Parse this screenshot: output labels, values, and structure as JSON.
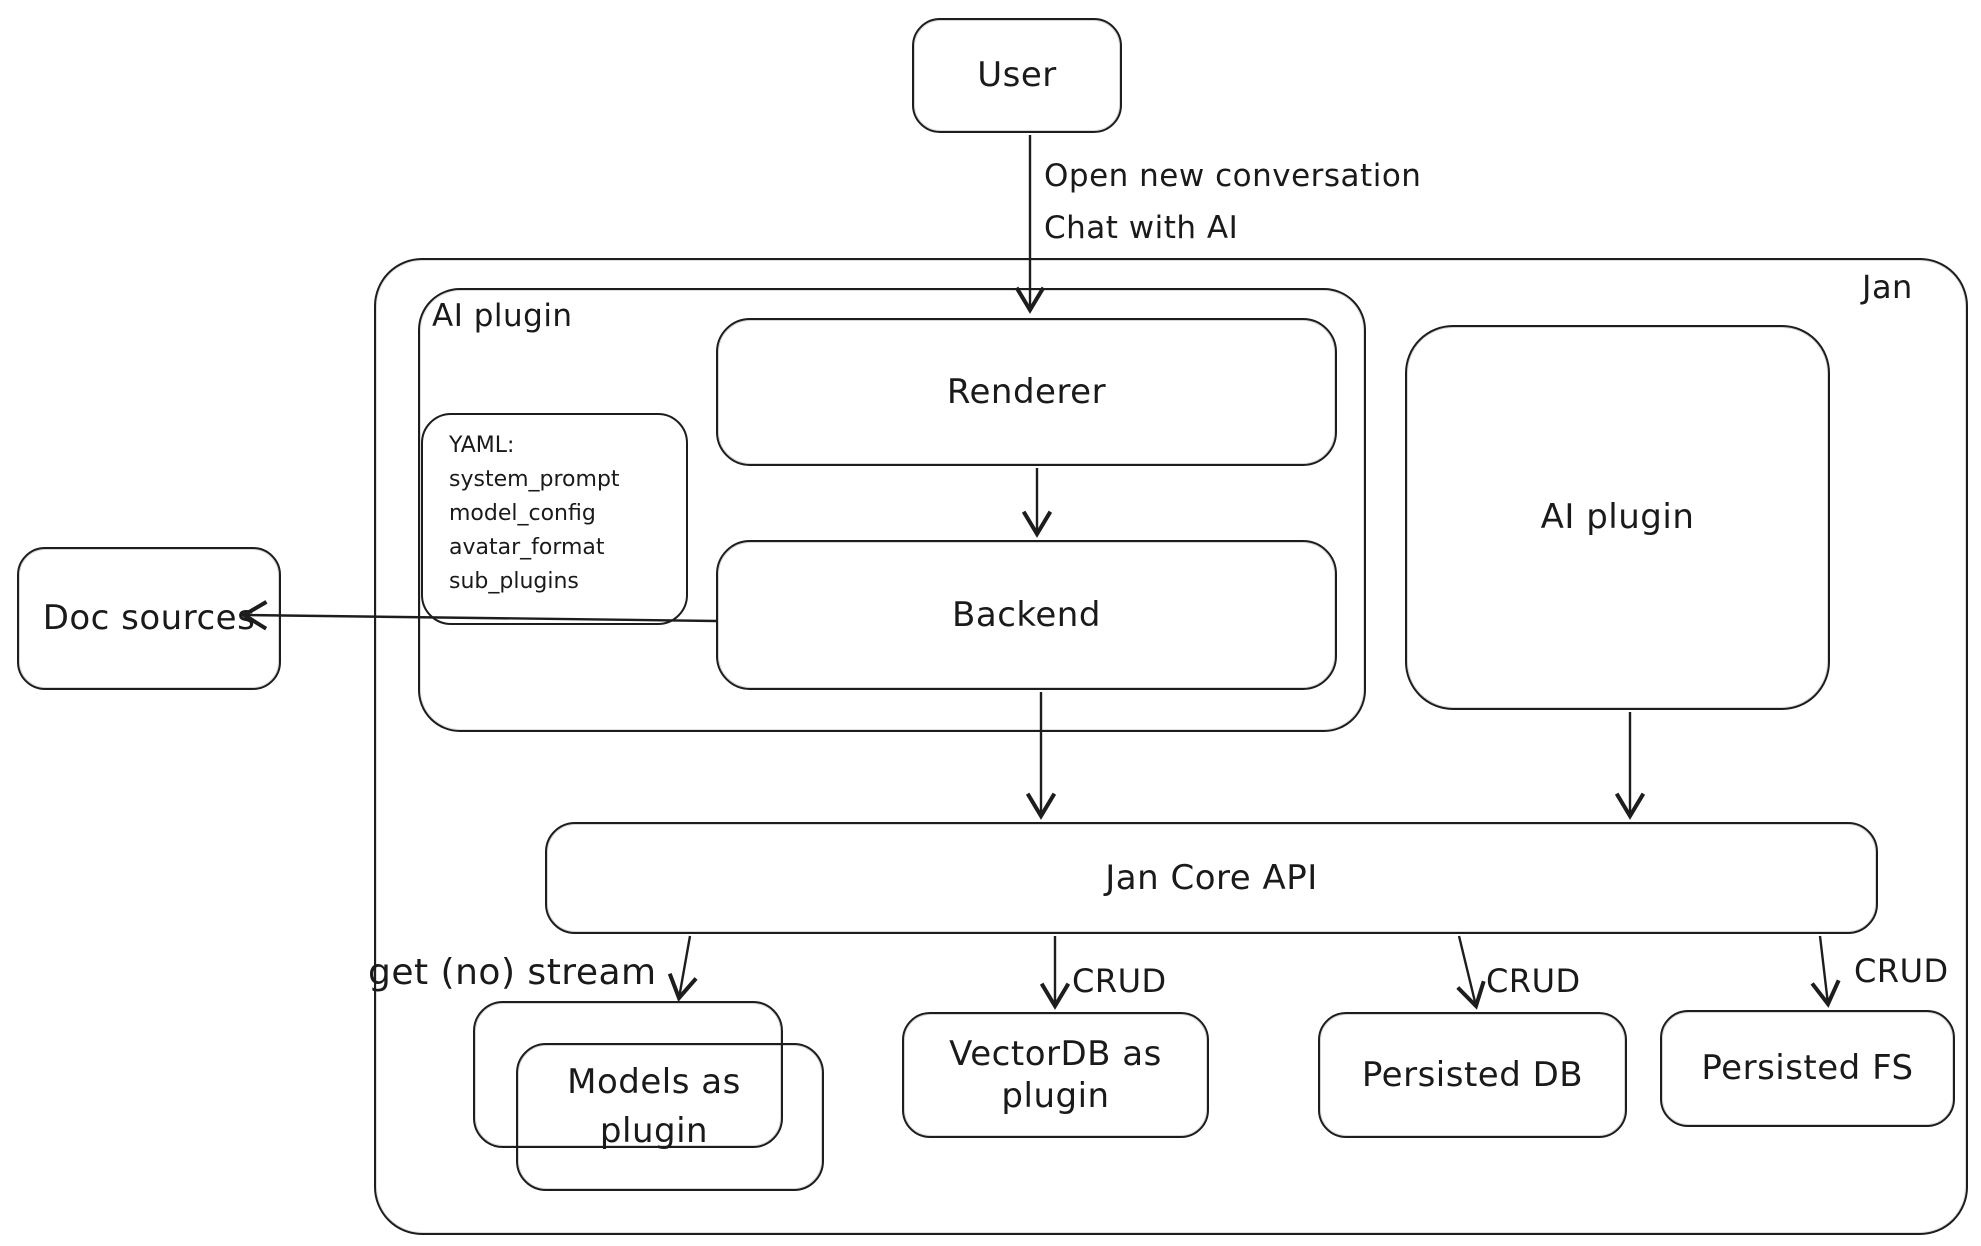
{
  "diagram": {
    "title_context": "Jan architecture sketch",
    "colors": {
      "ink": "#1d1d1d",
      "background": "#ffffff"
    },
    "nodes": {
      "user": {
        "label": "User"
      },
      "jan": {
        "label": "Jan"
      },
      "ai_plugin_container": {
        "label": "AI plugin"
      },
      "renderer": {
        "label": "Renderer"
      },
      "backend": {
        "label": "Backend"
      },
      "doc_sources": {
        "label": "Doc sources"
      },
      "ai_plugin_right": {
        "label": "AI plugin"
      },
      "jan_core_api": {
        "label": "Jan Core API"
      },
      "models_plugin": {
        "label": "Models as plugin"
      },
      "vectordb_plugin": {
        "label": "VectorDB as plugin"
      },
      "persisted_db": {
        "label": "Persisted DB"
      },
      "persisted_fs": {
        "label": "Persisted FS"
      },
      "yaml_note": {
        "lines": [
          "YAML:",
          "system_prompt",
          "model_config",
          "avatar_format",
          "sub_plugins"
        ]
      }
    },
    "edge_labels": {
      "open_new_conversation": "Open new conversation",
      "chat_with_ai": "Chat with AI",
      "get_no_stream": "get (no) stream",
      "crud_vectordb": "CRUD",
      "crud_persisted_db": "CRUD",
      "crud_persisted_fs": "CRUD"
    }
  }
}
